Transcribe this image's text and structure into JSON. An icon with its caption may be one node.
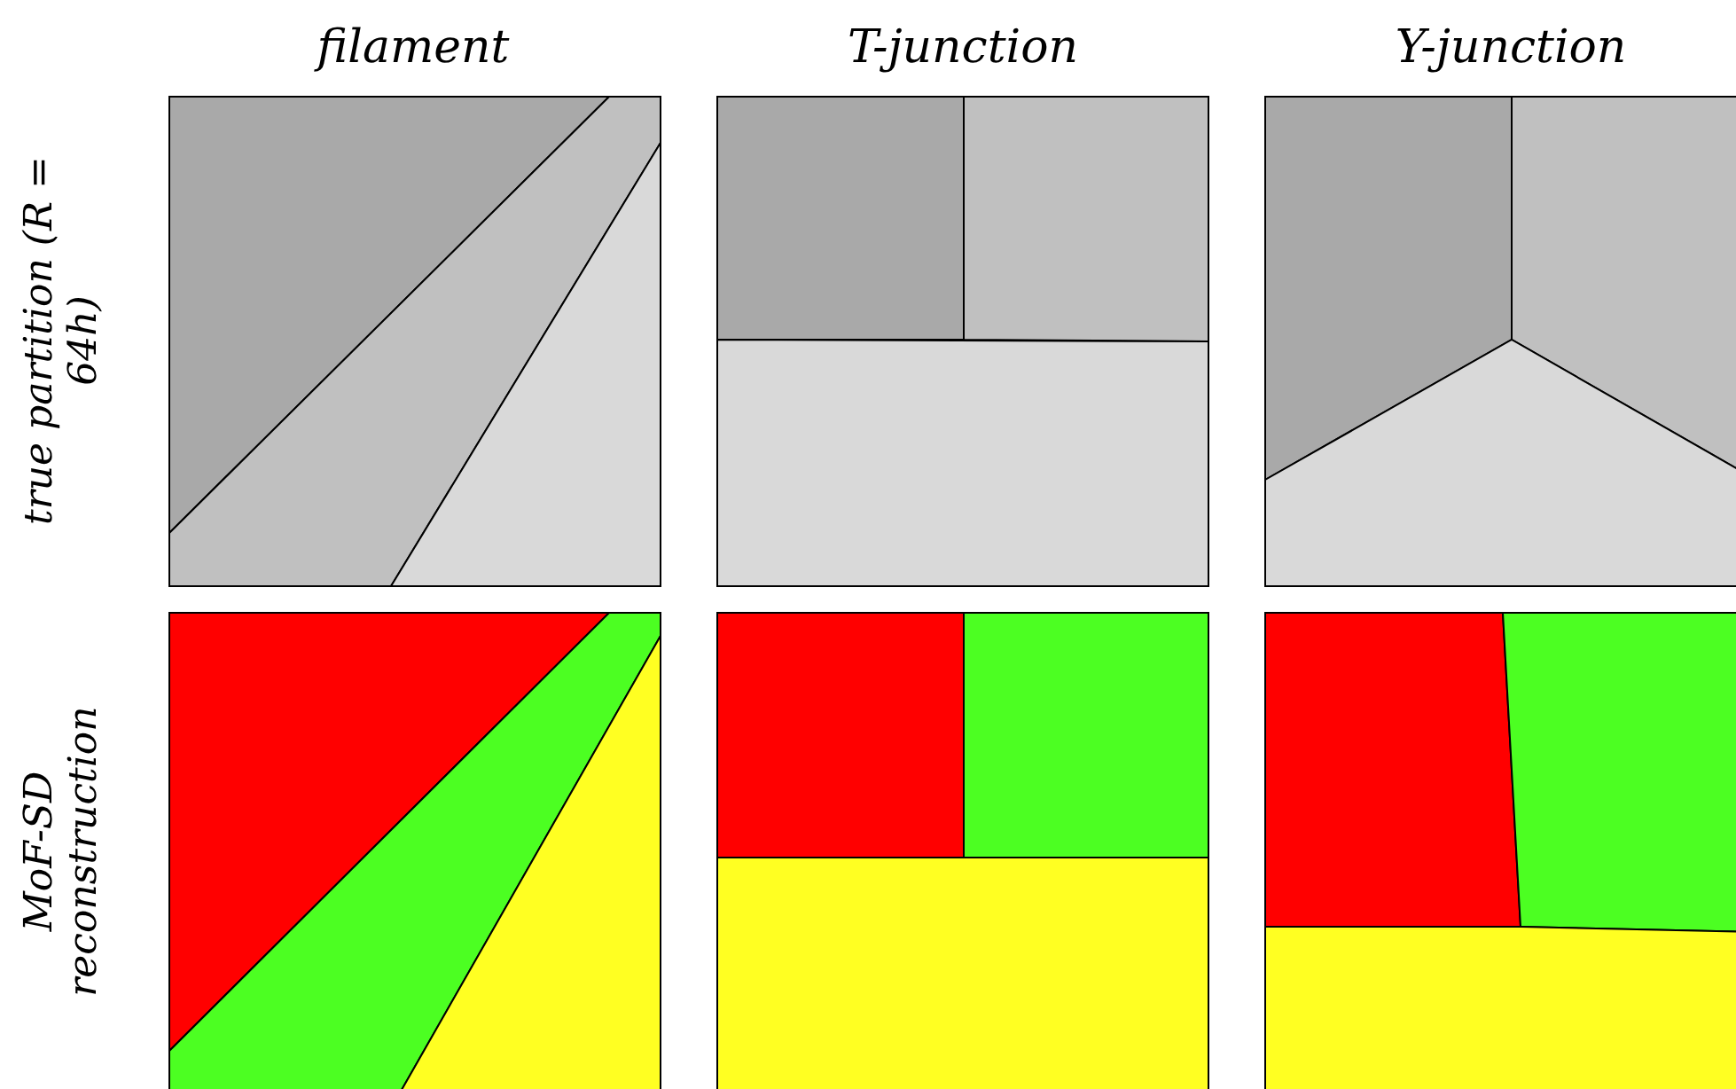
{
  "diagram": {
    "labels": [
      "filament",
      "T-junction",
      "Y-junction",
      "true partition (R = 64h)",
      "MoF-SD reconstruction"
    ]
  }
}
